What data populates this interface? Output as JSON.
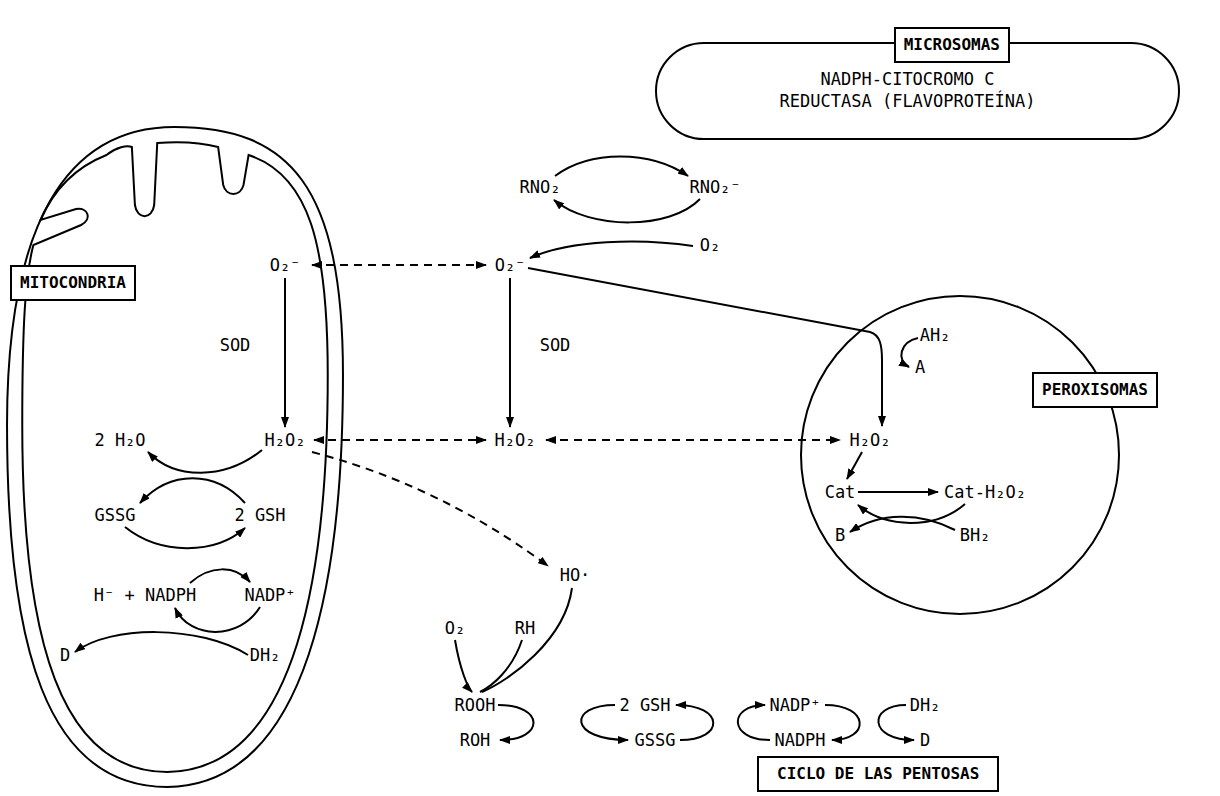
{
  "diagram": {
    "nodes": [
      {
        "text": [
          "MICROSOMAS",
          "NADPH-CITOCROMO C REDUCTASA (FLAVOPROTEÍNA)"
        ]
      },
      {
        "text": [
          "MITOCONDRIA"
        ]
      },
      {
        "text": [
          "PEROXISOMAS"
        ]
      },
      {
        "text": [
          "CICLO DE LAS PENTOSAS"
        ]
      }
    ],
    "labels": [
      "RNO₂",
      "RNO₂⁻",
      "O₂",
      "O₂⁻",
      "O₂⁻",
      "AH₂",
      "SOD",
      "SOD",
      "A",
      "2 H₂O",
      "H₂O₂",
      "H₂O₂",
      "H₂O₂",
      "Cat",
      "Cat-H₂O₂",
      "GSSG",
      "2 GSH",
      "B",
      "BH₂",
      "HO·",
      "H⁻ + NADPH",
      "NADP⁺",
      "O₂",
      "RH",
      "D",
      "DH₂",
      "ROOH",
      "2 GSH",
      "NADP⁺",
      "DH₂",
      "ROH",
      "GSSG",
      "NADPH",
      "D"
    ]
  }
}
